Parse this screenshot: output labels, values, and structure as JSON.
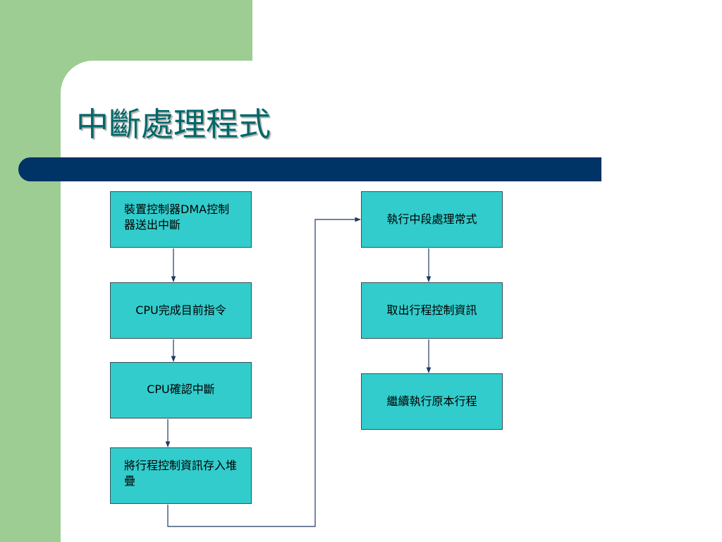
{
  "slide": {
    "title": "中斷處理程式",
    "colors": {
      "green_panel": "#9dcd93",
      "title_bar": "#003366",
      "box_fill": "#33cccc",
      "title_text": "#006868"
    }
  },
  "flow": {
    "left_column": [
      "裝置控制器DMA控制器送出中斷",
      "CPU完成目前指令",
      "CPU確認中斷",
      "將行程控制資訊存入堆疊"
    ],
    "right_column": [
      "執行中段處理常式",
      "取出行程控制資訊",
      "繼續執行原本行程"
    ]
  }
}
